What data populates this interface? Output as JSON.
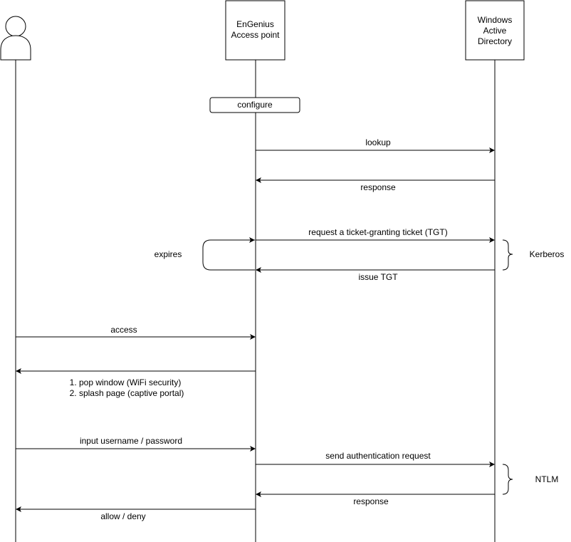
{
  "actors": {
    "user": {
      "icon": "user-icon"
    },
    "access_point": {
      "lines": [
        "EnGenius",
        "Access point"
      ]
    },
    "directory": {
      "lines": [
        "Windows",
        "Active",
        "Directory"
      ]
    }
  },
  "configure_label": "configure",
  "messages": {
    "lookup": "lookup",
    "response1": "response",
    "request_tgt": "request  a ticket-granting ticket (TGT)",
    "issue_tgt": "issue TGT",
    "expires": "expires",
    "kerberos": "Kerberos",
    "access": "access",
    "pop_window": "1. pop window (WiFi security)",
    "splash_page": "2. splash page (captive portal)",
    "input_credentials": "input username / password",
    "send_auth": "send authentication request",
    "ntlm": "NTLM",
    "response2": "response",
    "allow_deny": "allow / deny"
  }
}
